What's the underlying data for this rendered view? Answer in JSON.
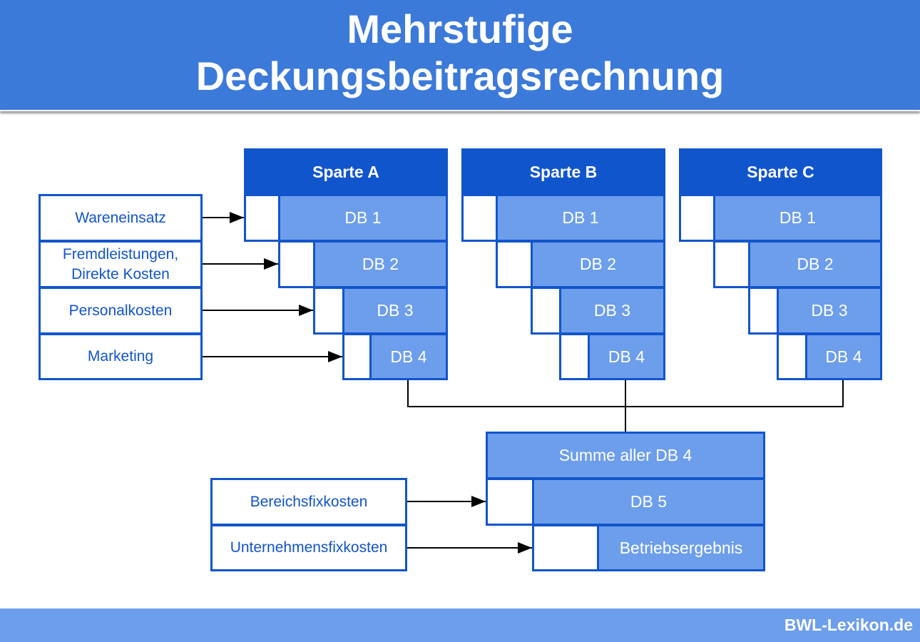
{
  "title": {
    "line1": "Mehrstufige",
    "line2": "Deckungsbeitragsrechnung"
  },
  "spartes": [
    {
      "name": "Sparte A",
      "rows": [
        "DB 1",
        "DB 2",
        "DB 3",
        "DB 4"
      ]
    },
    {
      "name": "Sparte B",
      "rows": [
        "DB 1",
        "DB 2",
        "DB 3",
        "DB 4"
      ]
    },
    {
      "name": "Sparte C",
      "rows": [
        "DB 1",
        "DB 2",
        "DB 3",
        "DB 4"
      ]
    }
  ],
  "cost_items": [
    "Wareneinsatz",
    "Fremdleistungen, Direkte Kosten",
    "Personalkosten",
    "Marketing"
  ],
  "summary": {
    "sum": "Summe aller DB 4",
    "db5": "DB 5",
    "result": "Betriebsergebnis"
  },
  "fixed_costs": [
    "Bereichsfixkosten",
    "Unternehmensfixkosten"
  ],
  "footer": {
    "brand": "BWL-Lexikon.de"
  },
  "colors": {
    "header": "#3c7ad9",
    "dark": "#1155cc",
    "light": "#6d9eeb"
  }
}
